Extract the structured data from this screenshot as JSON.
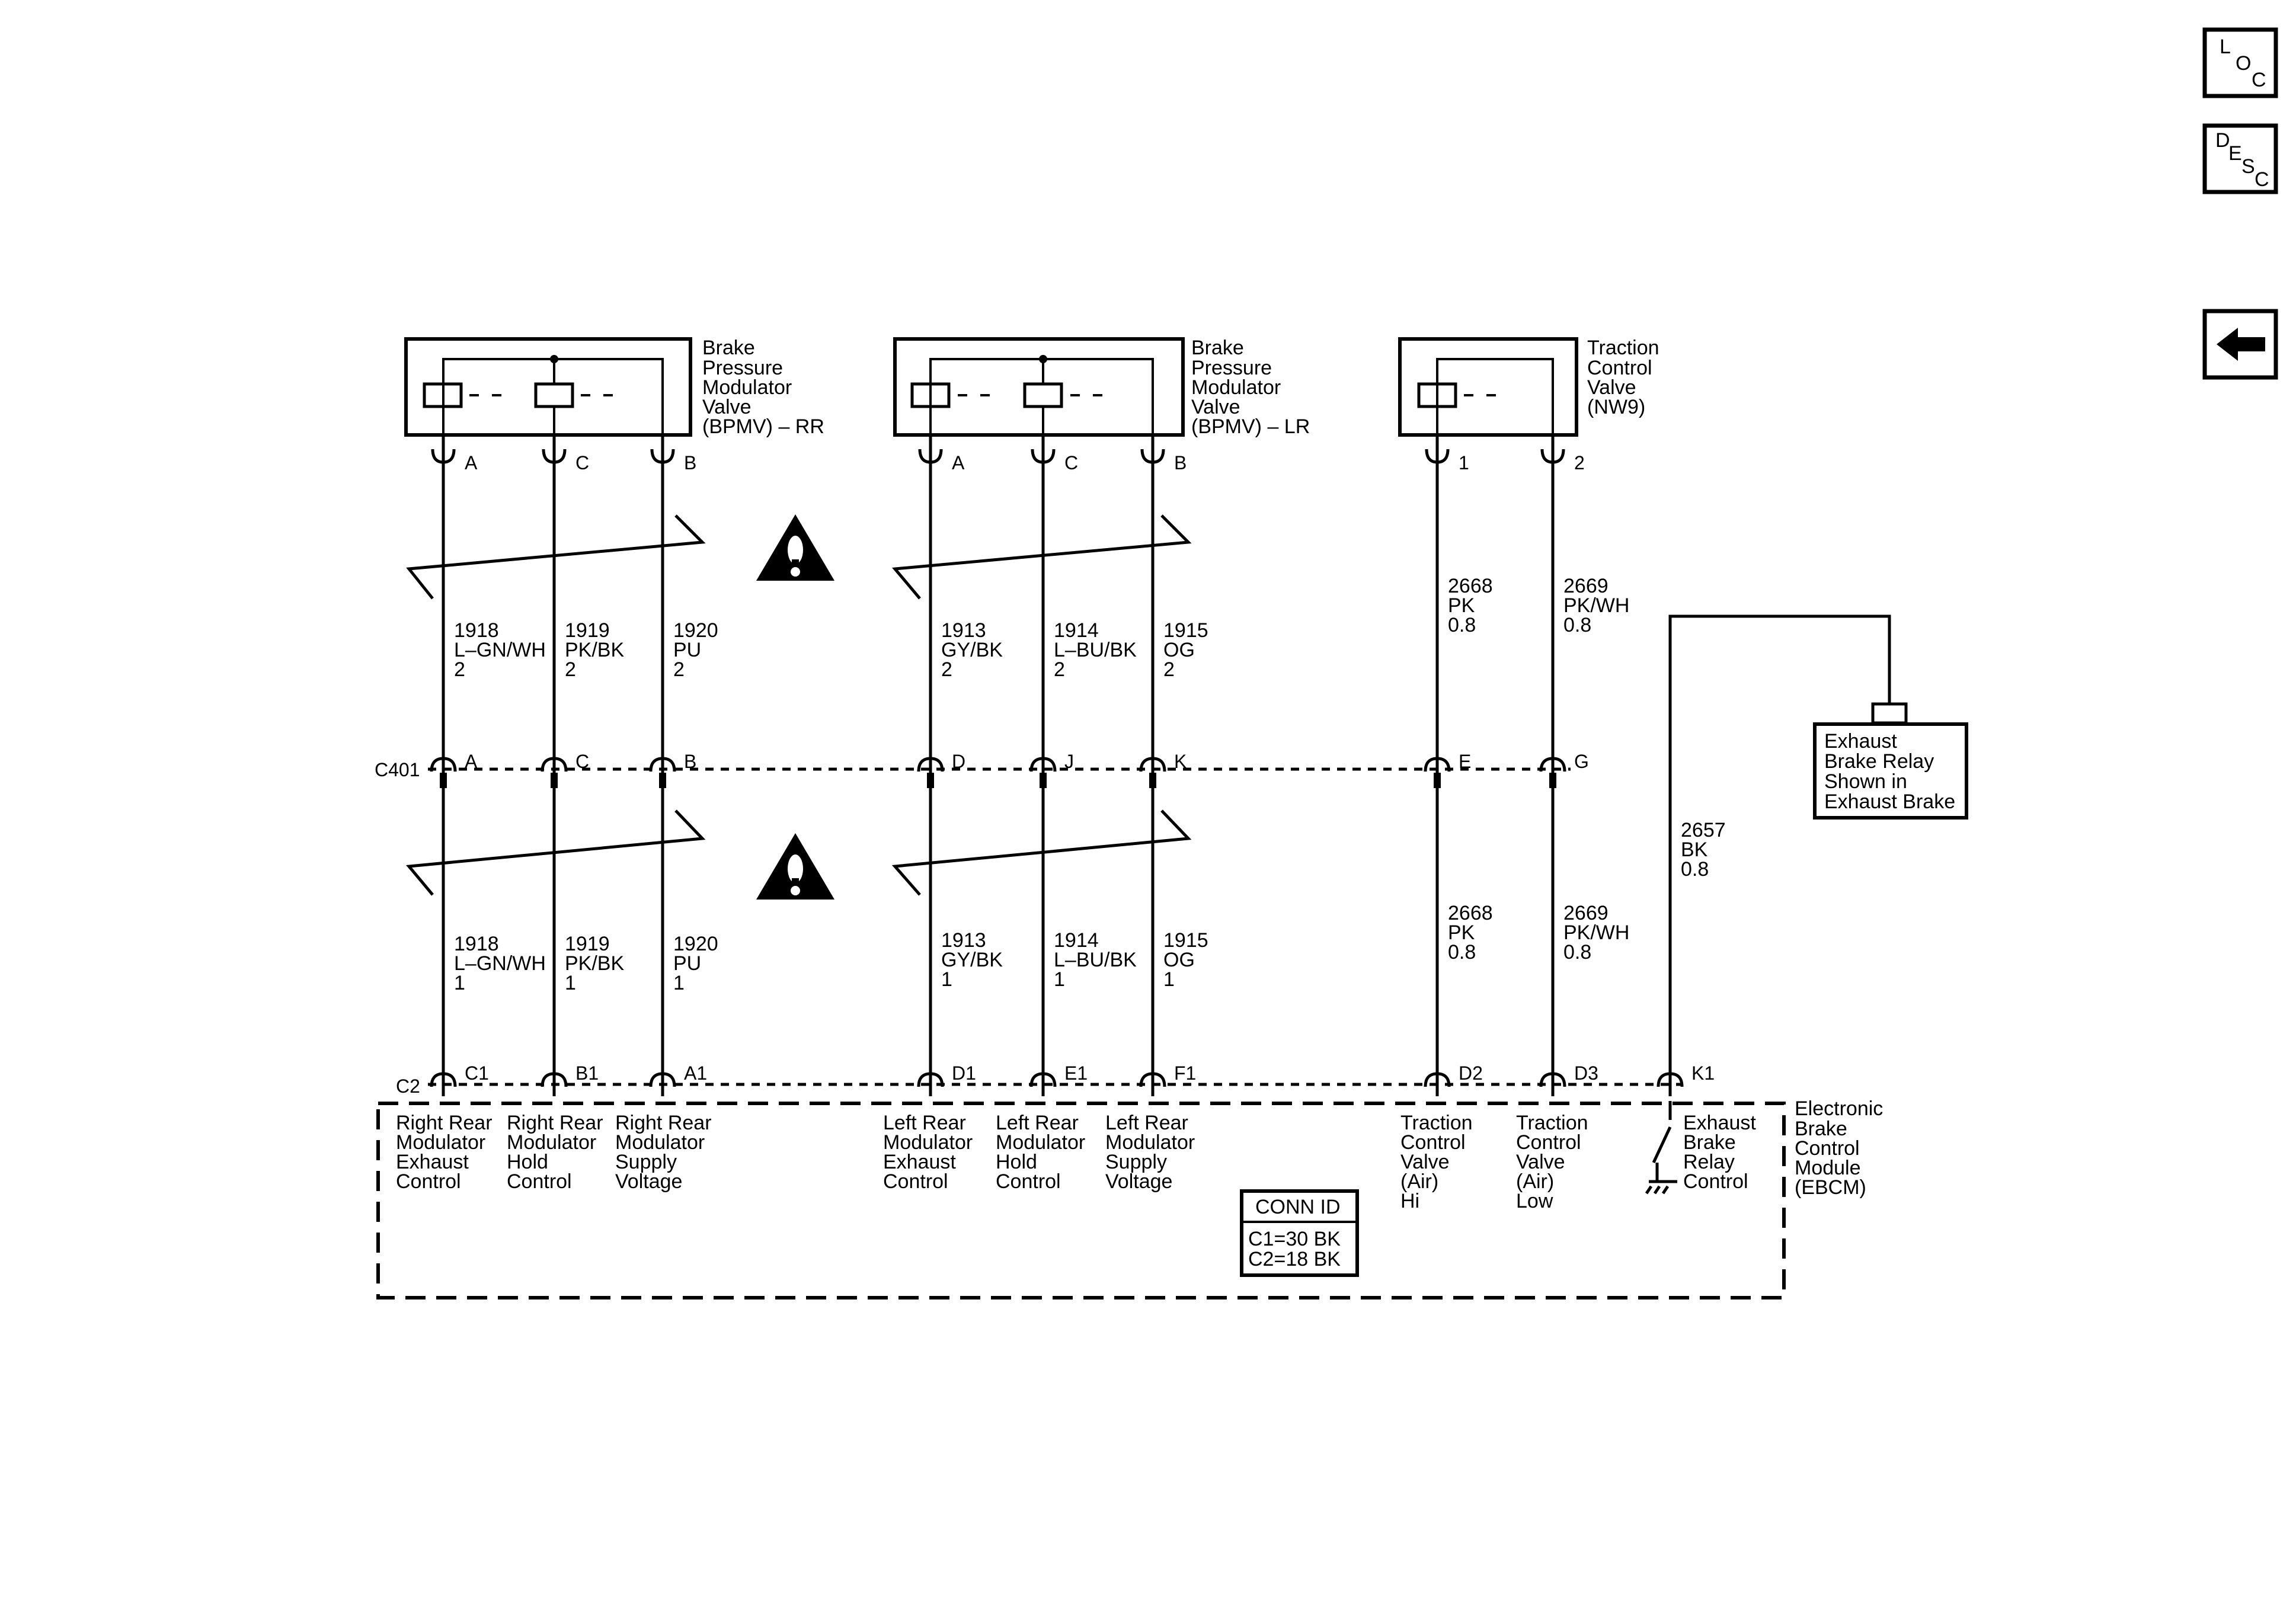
{
  "nav": {
    "loc": [
      "L",
      "O",
      "C"
    ],
    "desc": [
      "D",
      "E",
      "S",
      "C"
    ]
  },
  "components": {
    "bpmv_rr": [
      "Brake",
      "Pressure",
      "Modulator",
      "Valve",
      "(BPMV) – RR"
    ],
    "bpmv_lr": [
      "Brake",
      "Pressure",
      "Modulator",
      "Valve",
      "(BPMV) – LR"
    ],
    "traction_valve": [
      "Traction",
      "Control",
      "Valve",
      "(NW9)"
    ],
    "exhaust_relay": [
      "Exhaust",
      "Brake Relay",
      "Shown in",
      "Exhaust Brake"
    ],
    "ebcm": [
      "Electronic",
      "Brake",
      "Control",
      "Module",
      "(EBCM)"
    ]
  },
  "connectors": {
    "c401": "C401",
    "c2": "C2",
    "conn_id": {
      "title": "CONN ID",
      "rows": [
        "C1=30 BK",
        "C2=18 BK"
      ]
    }
  },
  "wires": [
    {
      "top_pin": "A",
      "c401_pin": "A",
      "ebcm_pin": "C1",
      "upper": [
        "1918",
        "L–GN/WH",
        "2"
      ],
      "lower": [
        "1918",
        "L–GN/WH",
        "1"
      ],
      "function": [
        "Right Rear",
        "Modulator",
        "Exhaust",
        "Control"
      ]
    },
    {
      "top_pin": "C",
      "c401_pin": "C",
      "ebcm_pin": "B1",
      "upper": [
        "1919",
        "PK/BK",
        "2"
      ],
      "lower": [
        "1919",
        "PK/BK",
        "1"
      ],
      "function": [
        "Right Rear",
        "Modulator",
        "Hold",
        "Control"
      ]
    },
    {
      "top_pin": "B",
      "c401_pin": "B",
      "ebcm_pin": "A1",
      "upper": [
        "1920",
        "PU",
        "2"
      ],
      "lower": [
        "1920",
        "PU",
        "1"
      ],
      "function": [
        "Right Rear",
        "Modulator",
        "Supply",
        "Voltage"
      ]
    },
    {
      "top_pin": "A",
      "c401_pin": "D",
      "ebcm_pin": "D1",
      "upper": [
        "1913",
        "GY/BK",
        "2"
      ],
      "lower": [
        "1913",
        "GY/BK",
        "1"
      ],
      "function": [
        "Left Rear",
        "Modulator",
        "Exhaust",
        "Control"
      ]
    },
    {
      "top_pin": "C",
      "c401_pin": "J",
      "ebcm_pin": "E1",
      "upper": [
        "1914",
        "L–BU/BK",
        "2"
      ],
      "lower": [
        "1914",
        "L–BU/BK",
        "1"
      ],
      "function": [
        "Left Rear",
        "Modulator",
        "Hold",
        "Control"
      ]
    },
    {
      "top_pin": "B",
      "c401_pin": "K",
      "ebcm_pin": "F1",
      "upper": [
        "1915",
        "OG",
        "2"
      ],
      "lower": [
        "1915",
        "OG",
        "1"
      ],
      "function": [
        "Left Rear",
        "Modulator",
        "Supply",
        "Voltage"
      ]
    },
    {
      "top_pin": "1",
      "c401_pin": "E",
      "ebcm_pin": "D2",
      "upper": [
        "2668",
        "PK",
        "0.8"
      ],
      "lower": [
        "2668",
        "PK",
        "0.8"
      ],
      "function": [
        "Traction",
        "Control",
        "Valve",
        "(Air)",
        "Hi"
      ]
    },
    {
      "top_pin": "2",
      "c401_pin": "G",
      "ebcm_pin": "D3",
      "upper": [
        "2669",
        "PK/WH",
        "0.8"
      ],
      "lower": [
        "2669",
        "PK/WH",
        "0.8"
      ],
      "function": [
        "Traction",
        "Control",
        "Valve",
        "(Air)",
        "Low"
      ]
    },
    {
      "ebcm_pin": "K1",
      "lower": [
        "2657",
        "BK",
        "0.8"
      ],
      "function": [
        "Exhaust",
        "Brake",
        "Relay",
        "Control"
      ]
    }
  ]
}
